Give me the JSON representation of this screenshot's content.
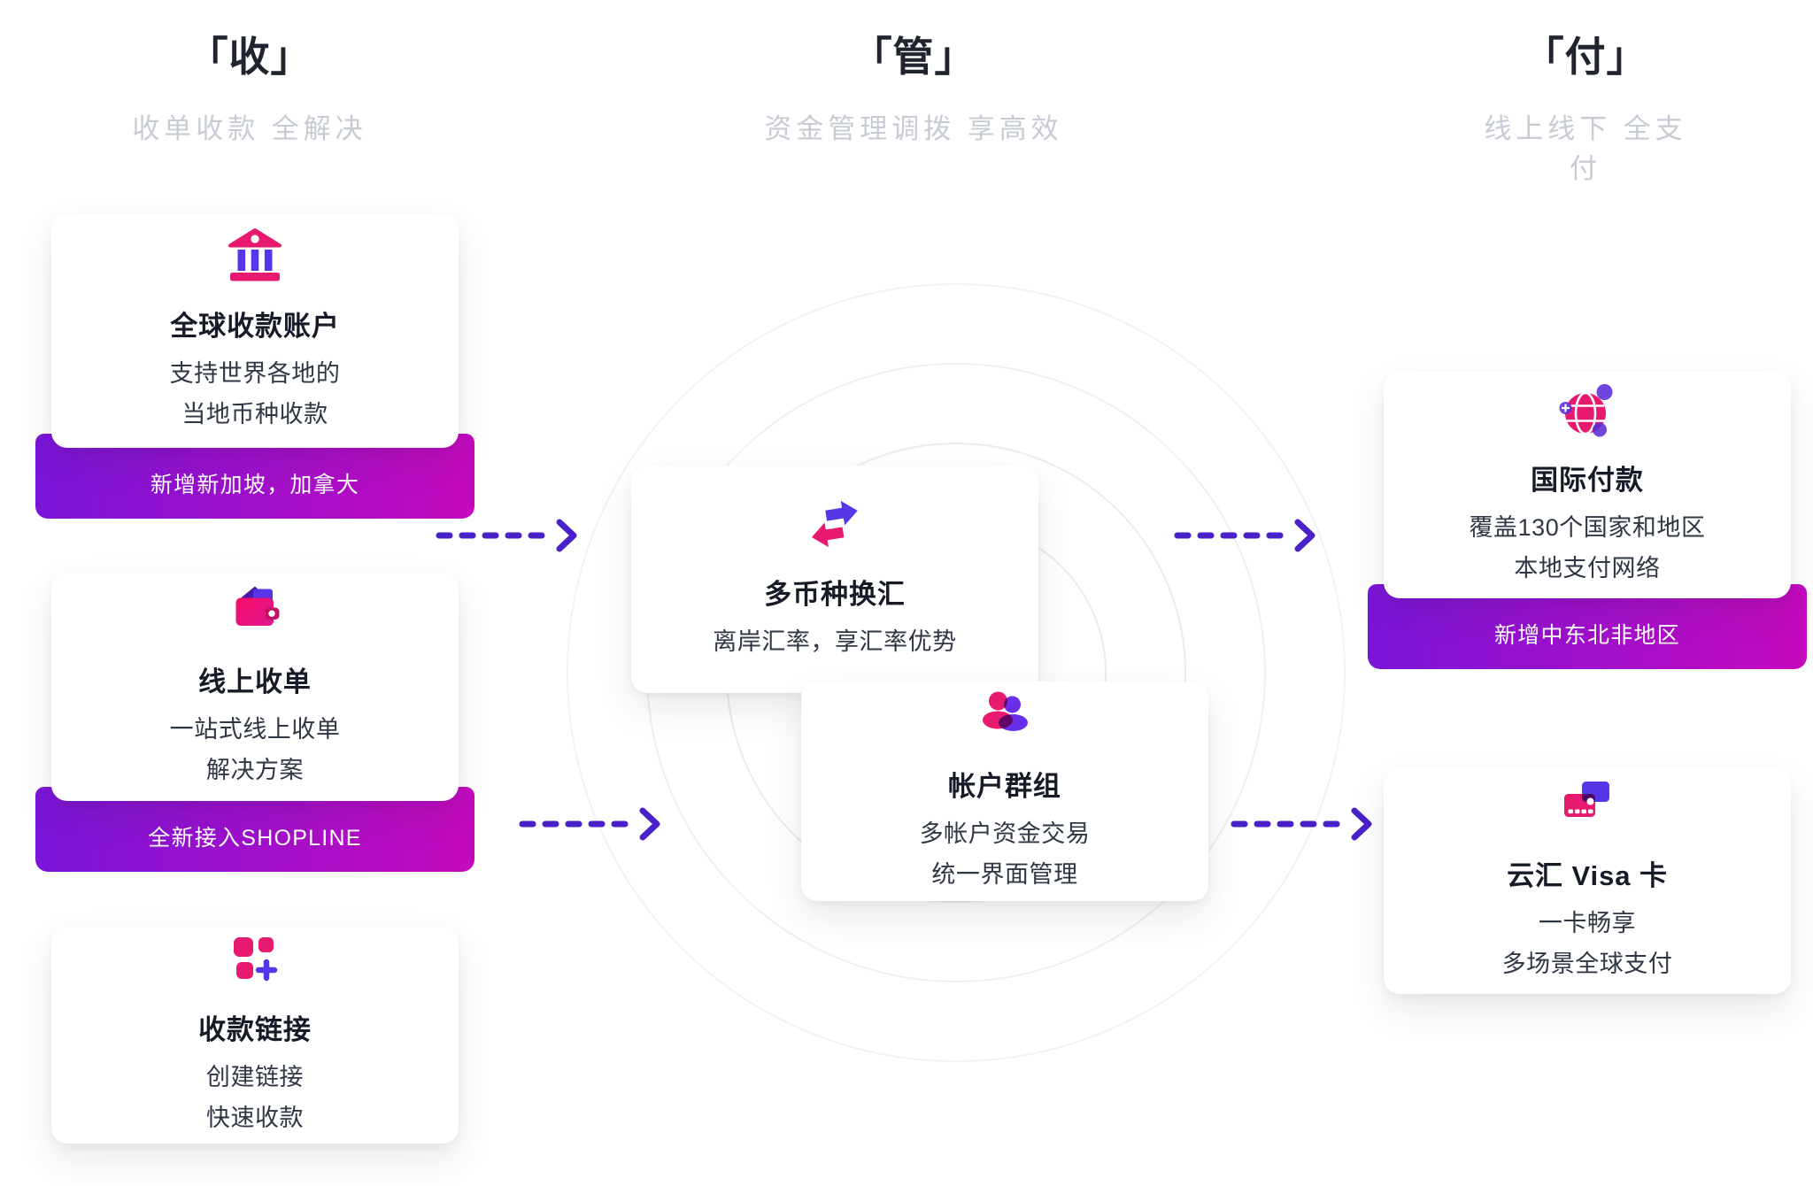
{
  "colors": {
    "accent_pink": "#E81A70",
    "accent_indigo": "#5636E8",
    "arrow_indigo": "#4A21C8",
    "banner_gradient_start": "#7A15D8",
    "banner_gradient_end": "#C50ABE",
    "heading_text": "#20242F",
    "subtitle_text": "#C7CBD3",
    "card_title_text": "#161B27",
    "card_body_text": "#2F3644",
    "ring_gray": "#ECECEC"
  },
  "columns": [
    {
      "title": "「收」",
      "subtitle": "收单收款 全解决"
    },
    {
      "title": "「管」",
      "subtitle": "资金管理调拨 享高效"
    },
    {
      "title": "「付」",
      "subtitle": "线上线下 全支付"
    }
  ],
  "cards": {
    "global_account": {
      "icon": "bank-icon",
      "title": "全球收款账户",
      "line1": "支持世界各地的",
      "line2": "当地币种收款",
      "banner": "新增新加坡，加拿大"
    },
    "online_acquiring": {
      "icon": "wallet-icon",
      "title": "线上收单",
      "line1": "一站式线上收单",
      "line2": "解决方案",
      "banner": "全新接入SHOPLINE"
    },
    "payment_link": {
      "icon": "grid-plus-icon",
      "title": "收款链接",
      "line1": "创建链接",
      "line2": "快速收款"
    },
    "multi_currency_fx": {
      "icon": "exchange-arrows-icon",
      "title": "多币种换汇",
      "line1": "离岸汇率，享汇率优势"
    },
    "account_group": {
      "icon": "people-group-icon",
      "title": "帐户群组",
      "line1": "多帐户资金交易",
      "line2": "统一界面管理"
    },
    "international_payment": {
      "icon": "globe-icon",
      "title": "国际付款",
      "line1": "覆盖130个国家和地区",
      "line2": "本地支付网络",
      "banner": "新增中东北非地区"
    },
    "visa_card": {
      "icon": "credit-cards-icon",
      "title": "云汇 Visa 卡",
      "line1": "一卡畅享",
      "line2": "多场景全球支付"
    }
  }
}
